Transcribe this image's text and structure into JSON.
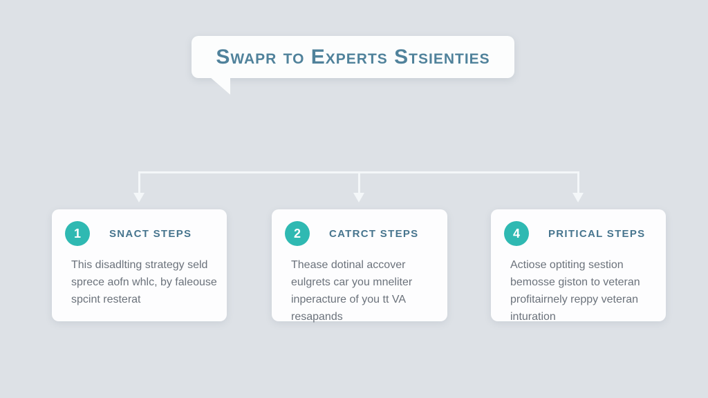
{
  "banner": {
    "title": "Swapr to Experts Stsienties"
  },
  "connector": {
    "branches": 3,
    "color": "#f4f7f9"
  },
  "cards": [
    {
      "number": "1",
      "heading": "Snact Steps",
      "body": "This disadlting strategy seld sprece aofn whlc, by faleouse spcint resterat"
    },
    {
      "number": "2",
      "heading": "Catrct Steps",
      "body": "Thease dotinal accover eulgrets car you mneliter inperacture of you tt VA resapands"
    },
    {
      "number": "4",
      "heading": "Pritical Steps",
      "body": "Actiose optiting sestion bemosse giston to veteran profitairnely reppy veteran inturation"
    }
  ],
  "colors": {
    "background": "#dde1e6",
    "card_background": "#fdfdfe",
    "badge_accent": "#2fb9b2",
    "title_text": "#50829b",
    "heading_text": "#47758e",
    "body_text": "#6b727b",
    "connector_line": "#f4f7f9"
  }
}
